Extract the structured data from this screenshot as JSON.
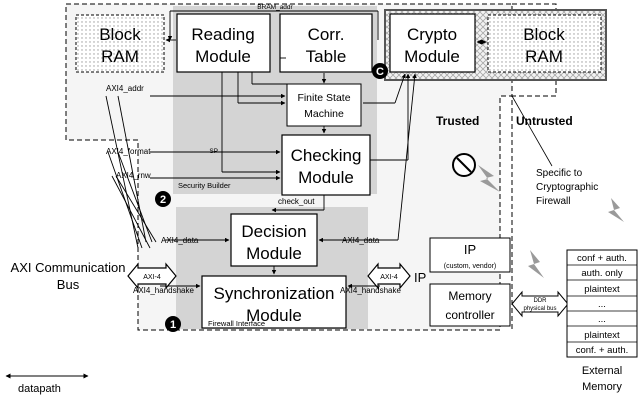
{
  "modules": {
    "block_ram_left": [
      "Block",
      "RAM"
    ],
    "reading": [
      "Reading",
      "Module"
    ],
    "corr_table": [
      "Corr.",
      "Table"
    ],
    "crypto": [
      "Crypto",
      "Module"
    ],
    "block_ram_right": [
      "Block",
      "RAM"
    ],
    "fsm": [
      "Finite State",
      "Machine"
    ],
    "checking": [
      "Checking",
      "Module"
    ],
    "decision": [
      "Decision",
      "Module"
    ],
    "synchronization": [
      "Synchronization",
      "Module"
    ],
    "ip": "IP",
    "ip_sub": "(custom, vendor)",
    "memory_controller": [
      "Memory",
      "controller"
    ]
  },
  "labels": {
    "bram_addr": "BRAM_addr",
    "axi4_addr": "AXI4_addr",
    "axi4_format": "AXI4_format",
    "axi4_rnw": "AXI4_rnw",
    "sp": "SP",
    "check_out": "check_out",
    "axi4_data_left": "AXI4_data",
    "axi4_data_right": "AXI4_data",
    "axi4_left": "AXI-4",
    "axi4_right": "AXI-4",
    "axi4_handshake_left": "AXI4_handshake",
    "axi4_handshake_right": "AXI4_handshake",
    "security_builder": "Security Builder",
    "firewall_interface": "Firewall Interface",
    "trusted": "Trusted",
    "untrusted": "Untrusted",
    "specific": [
      "Specific to",
      "Cryptographic",
      "Firewall"
    ],
    "axi_bus": [
      "AXI Communication",
      "Bus"
    ],
    "ip_right": "IP",
    "ddr": [
      "DDR",
      "physical bus"
    ],
    "datapath": "datapath",
    "external_memory": [
      "External",
      "Memory"
    ]
  },
  "markers": {
    "c": "C",
    "two": "2",
    "one": "1"
  },
  "memory_rows": [
    "conf + auth.",
    "auth. only",
    "plaintext",
    "...",
    "...",
    "plaintext",
    "conf. + auth."
  ]
}
